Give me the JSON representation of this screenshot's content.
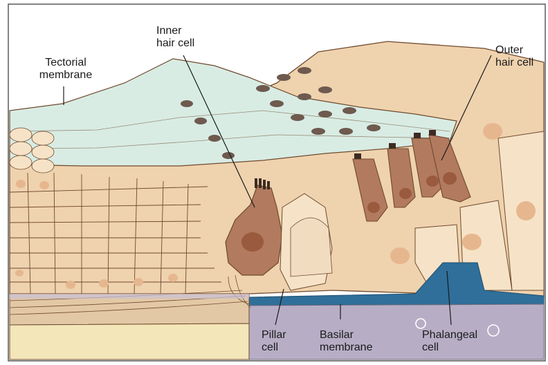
{
  "labels": {
    "tectorial_membrane": [
      "Tectorial",
      "membrane"
    ],
    "inner_hair_cell": [
      "Inner",
      "hair cell"
    ],
    "outer_hair_cell": [
      "Outer",
      "hair cell"
    ],
    "pillar_cell": [
      "Pillar",
      "cell"
    ],
    "basilar_membrane": [
      "Basilar",
      "membrane"
    ],
    "phalangeal_cell": [
      "Phalangeal",
      "cell"
    ]
  },
  "colors": {
    "tissue": "#efd2ae",
    "tissue_light": "#f6e3c7",
    "tectorial": "#d8ece4",
    "cell_outline": "#6f4a2e",
    "hair_cell_body": "#b27a5f",
    "nucleus": "#b66b4a",
    "fluid_blue": "#2f6f9a",
    "basilar": "#b7aec6",
    "bone": "#f3e6b8"
  }
}
